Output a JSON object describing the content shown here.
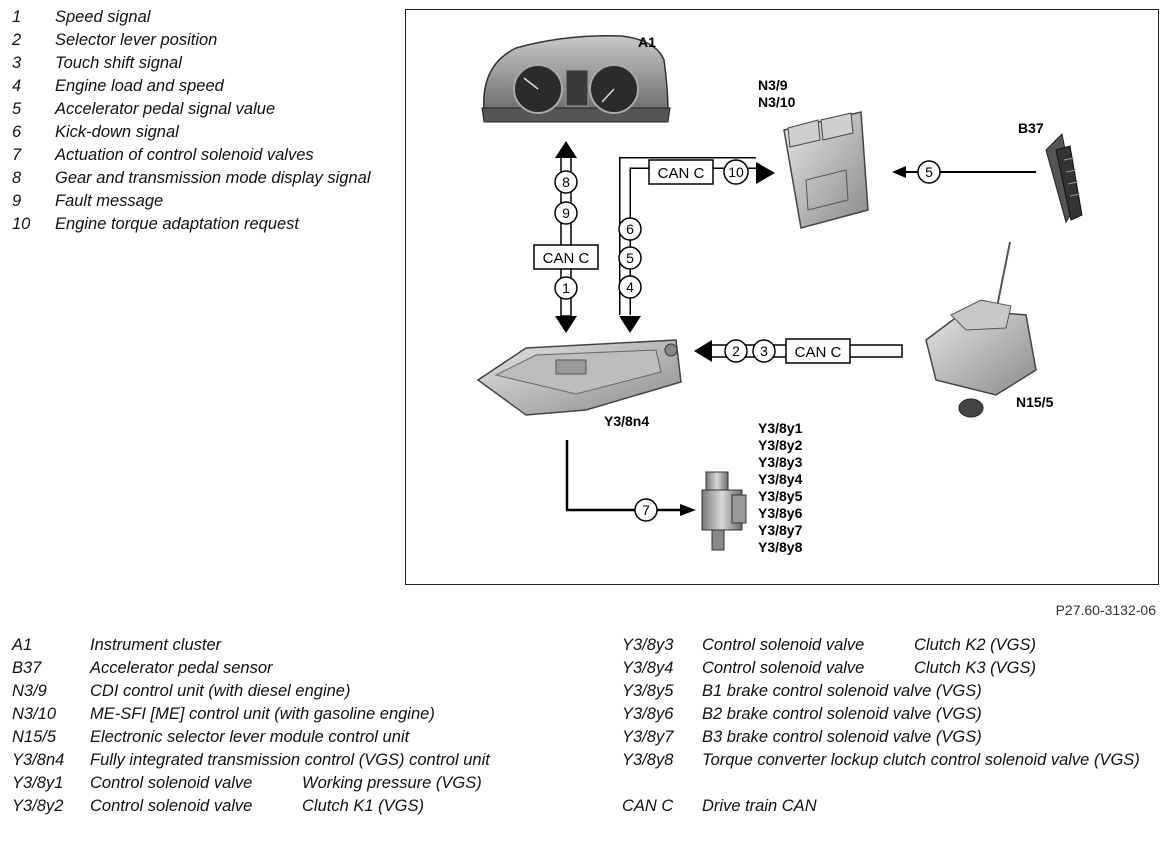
{
  "signals": [
    {
      "num": "1",
      "text": "Speed signal"
    },
    {
      "num": "2",
      "text": "Selector lever position"
    },
    {
      "num": "3",
      "text": "Touch shift signal"
    },
    {
      "num": "4",
      "text": "Engine load and speed"
    },
    {
      "num": "5",
      "text": "Accelerator pedal signal value"
    },
    {
      "num": "6",
      "text": "Kick-down signal"
    },
    {
      "num": "7",
      "text": "Actuation of control solenoid valves"
    },
    {
      "num": "8",
      "text": "Gear and transmission mode display signal"
    },
    {
      "num": "9",
      "text": "Fault message"
    },
    {
      "num": "10",
      "text": "Engine torque adaptation request"
    }
  ],
  "diagram": {
    "labels": {
      "a1": "A1",
      "n39": "N3/9",
      "n310": "N3/10",
      "b37": "B37",
      "y38n4": "Y3/8n4",
      "n155": "N15/5",
      "valves": [
        "Y3/8y1",
        "Y3/8y2",
        "Y3/8y3",
        "Y3/8y4",
        "Y3/8y5",
        "Y3/8y6",
        "Y3/8y7",
        "Y3/8y8"
      ]
    },
    "can_label": "CAN C",
    "bubbles": {
      "b8": "8",
      "b9": "9",
      "b1": "1",
      "b6": "6",
      "b5": "5",
      "b4": "4",
      "b10": "10",
      "b5b": "5",
      "b2": "2",
      "b3": "3",
      "b7": "7"
    }
  },
  "figure_code": "P27.60-3132-06",
  "components_left": [
    {
      "code": "A1",
      "text": "Instrument cluster",
      "sub": ""
    },
    {
      "code": "B37",
      "text": "Accelerator pedal sensor",
      "sub": ""
    },
    {
      "code": "N3/9",
      "text": "CDI control unit (with diesel engine)",
      "sub": ""
    },
    {
      "code": "N3/10",
      "text": "ME-SFI [ME] control unit (with gasoline engine)",
      "sub": ""
    },
    {
      "code": "N15/5",
      "text": "Electronic selector lever module control unit",
      "sub": ""
    },
    {
      "code": "Y3/8n4",
      "text": "Fully integrated transmission control (VGS) control unit",
      "sub": ""
    },
    {
      "code": "Y3/8y1",
      "text": "Control solenoid valve",
      "sub": "Working pressure (VGS)"
    },
    {
      "code": "Y3/8y2",
      "text": "Control solenoid valve",
      "sub": "Clutch K1 (VGS)"
    }
  ],
  "components_right": [
    {
      "code": "Y3/8y3",
      "text": "Control solenoid valve",
      "sub": "Clutch K2 (VGS)"
    },
    {
      "code": "Y3/8y4",
      "text": "Control solenoid valve",
      "sub": "Clutch K3 (VGS)"
    },
    {
      "code": "Y3/8y5",
      "text": "B1 brake control solenoid valve (VGS)",
      "sub": ""
    },
    {
      "code": "Y3/8y6",
      "text": "B2 brake control solenoid valve (VGS)",
      "sub": ""
    },
    {
      "code": "Y3/8y7",
      "text": "B3 brake control solenoid valve (VGS)",
      "sub": ""
    },
    {
      "code": "Y3/8y8",
      "text": "Torque converter lockup clutch control solenoid valve (VGS)",
      "sub": ""
    }
  ],
  "can_def": {
    "code": "CAN C",
    "text": "Drive train CAN"
  }
}
